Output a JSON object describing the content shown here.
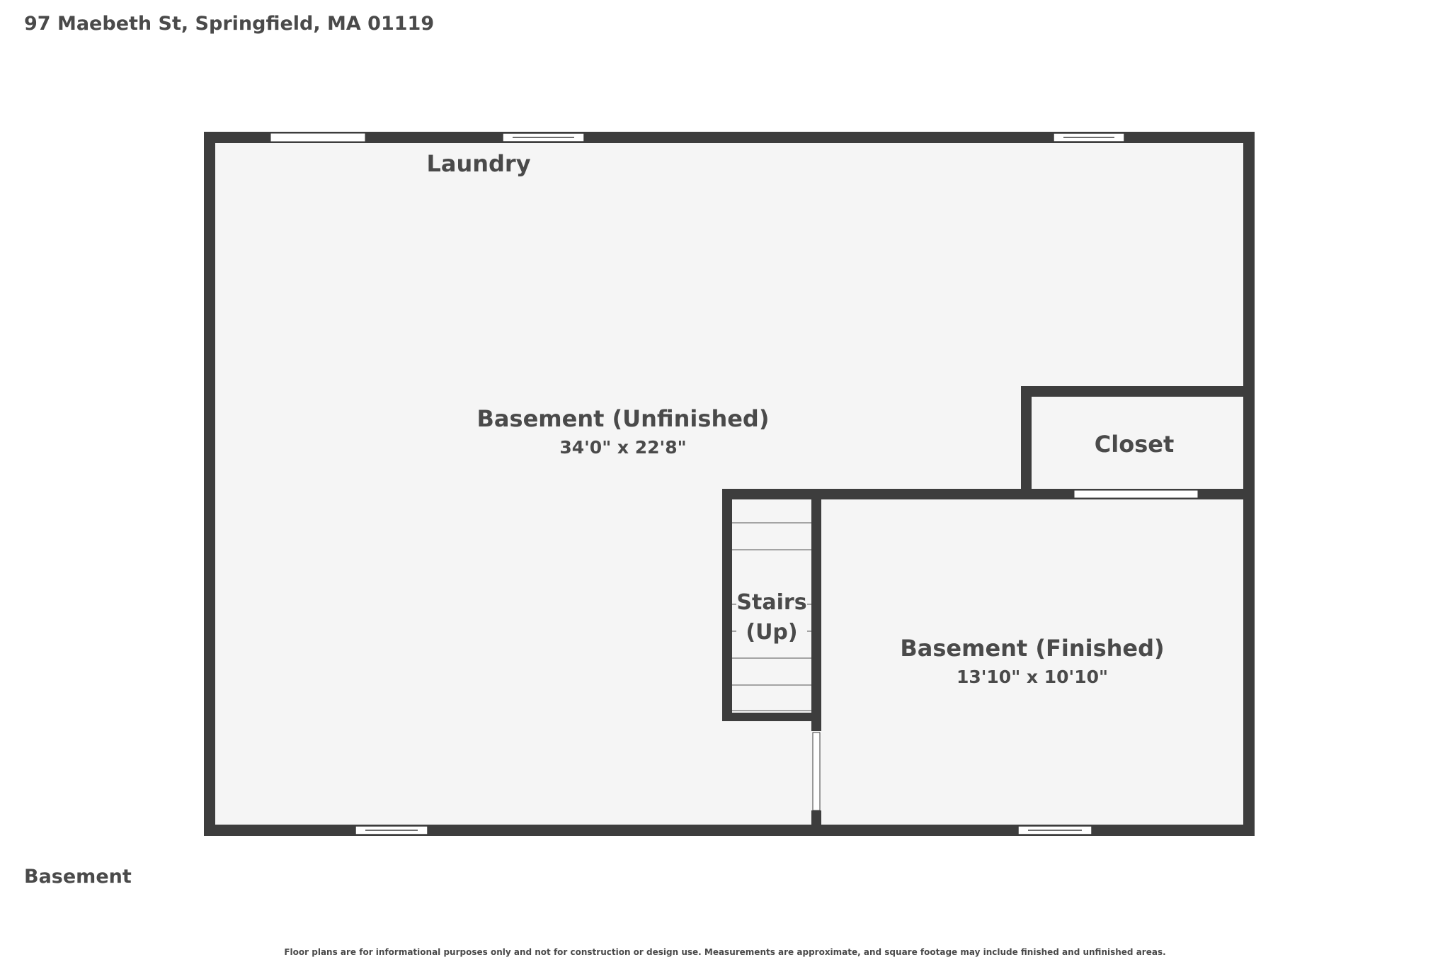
{
  "header": {
    "address": "97 Maebeth St, Springfield, MA 01119"
  },
  "floor": {
    "name": "Basement"
  },
  "rooms": {
    "unfinished": {
      "name": "Basement (Unfinished)",
      "dimensions": "34'0\" x 22'8\""
    },
    "finished": {
      "name": "Basement (Finished)",
      "dimensions": "13'10\" x 10'10\""
    },
    "closet": {
      "name": "Closet"
    },
    "laundry": {
      "name": "Laundry"
    },
    "stairs": {
      "line1": "Stairs",
      "line2": "(Up)"
    }
  },
  "footer": {
    "disclaimer": "Floor plans are for informational purposes only and not for construction or design use. Measurements are approximate, and square footage may include finished and unfinished areas."
  },
  "colors": {
    "wall": "#3d3d3d",
    "floor": "#f5f5f5",
    "text": "#4a4a4a"
  }
}
